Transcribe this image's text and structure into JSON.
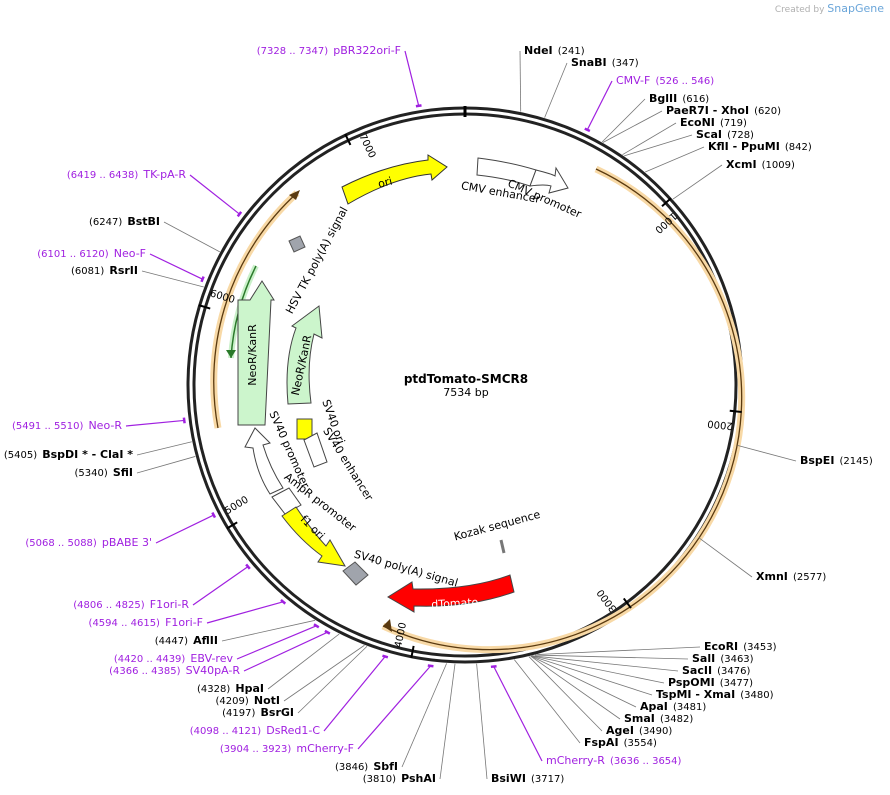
{
  "plasmid": {
    "name": "ptdTomato-SMCR8",
    "length_label": "7534 bp",
    "length": 7534
  },
  "credit": {
    "prefix": "Created by",
    "brand": "SnapGene"
  },
  "colors": {
    "primer": "#a020e0",
    "ori": "#ffff00",
    "neo": "#ccf5cc",
    "tomato": "#ff0000",
    "polyA": "#a0a4ac",
    "orf": "#f5a623"
  },
  "ticks": [
    "1000",
    "2000",
    "3000",
    "4000",
    "5000",
    "6000",
    "7000"
  ],
  "enzymes": [
    {
      "name": "NdeI",
      "pos": "(241)"
    },
    {
      "name": "SnaBI",
      "pos": "(347)"
    },
    {
      "name": "BglII",
      "pos": "(616)"
    },
    {
      "name": "PaeR7I  - XhoI",
      "pos": "(620)"
    },
    {
      "name": "EcoNI",
      "pos": "(719)"
    },
    {
      "name": "ScaI",
      "pos": "(728)"
    },
    {
      "name": "KflI  - PpuMI",
      "pos": "(842)"
    },
    {
      "name": "XcmI",
      "pos": "(1009)"
    },
    {
      "name": "BspEI",
      "pos": "(2145)"
    },
    {
      "name": "XmnI",
      "pos": "(2577)"
    },
    {
      "name": "EcoRI",
      "pos": "(3453)"
    },
    {
      "name": "SalI",
      "pos": "(3463)"
    },
    {
      "name": "SacII",
      "pos": "(3476)"
    },
    {
      "name": "PspOMI",
      "pos": "(3477)"
    },
    {
      "name": "TspMI  - XmaI",
      "pos": "(3480)"
    },
    {
      "name": "ApaI",
      "pos": "(3481)"
    },
    {
      "name": "SmaI",
      "pos": "(3482)"
    },
    {
      "name": "AgeI",
      "pos": "(3490)"
    },
    {
      "name": "FspAI",
      "pos": "(3554)"
    },
    {
      "name": "BsiWI",
      "pos": "(3717)"
    },
    {
      "name": "PshAI",
      "pos": "(3810)"
    },
    {
      "name": "SbfI",
      "pos": "(3846)"
    },
    {
      "name": "BsrGI",
      "pos": "(4197)"
    },
    {
      "name": "NotI",
      "pos": "(4209)"
    },
    {
      "name": "HpaI",
      "pos": "(4328)"
    },
    {
      "name": "AflII",
      "pos": "(4447)"
    },
    {
      "name": "SfiI",
      "pos": "(5340)"
    },
    {
      "name": "BspDI *  - ClaI *",
      "pos": "(5405)"
    },
    {
      "name": "RsrII",
      "pos": "(6081)"
    },
    {
      "name": "BstBI",
      "pos": "(6247)"
    }
  ],
  "primers": [
    {
      "name": "pBR322ori-F",
      "pos": "(7328 .. 7347)"
    },
    {
      "name": "CMV-F",
      "pos": "(526 .. 546)"
    },
    {
      "name": "mCherry-R",
      "pos": "(3636 .. 3654)"
    },
    {
      "name": "mCherry-F",
      "pos": "(3904 .. 3923)"
    },
    {
      "name": "DsRed1-C",
      "pos": "(4098 .. 4121)"
    },
    {
      "name": "SV40pA-R",
      "pos": "(4366 .. 4385)"
    },
    {
      "name": "EBV-rev",
      "pos": "(4420 .. 4439)"
    },
    {
      "name": "F1ori-F",
      "pos": "(4594 .. 4615)"
    },
    {
      "name": "F1ori-R",
      "pos": "(4806 .. 4825)"
    },
    {
      "name": "pBABE 3'",
      "pos": "(5068 .. 5088)"
    },
    {
      "name": "Neo-R",
      "pos": "(5491 .. 5510)"
    },
    {
      "name": "Neo-F",
      "pos": "(6101 .. 6120)"
    },
    {
      "name": "TK-pA-R",
      "pos": "(6419 .. 6438)"
    }
  ],
  "features": {
    "ori": "ori",
    "cmv_promoter": "CMV promoter",
    "cmv_enhancer": "CMV enhancer",
    "hsv_tk": "HSV TK poly(A) signal",
    "neo1": "NeoR/KanR",
    "neo2": "NeoR/KanR",
    "sv40_ori": "SV40 ori",
    "sv40_enhancer": "SV40 enhancer",
    "sv40_promoter": "SV40 promoter",
    "ampr_promoter": "AmpR promoter",
    "f1_ori": "f1 ori",
    "sv40_polyA": "SV40 poly(A) signal",
    "dtomato": "dTomato",
    "kozak": "Kozak sequence"
  }
}
